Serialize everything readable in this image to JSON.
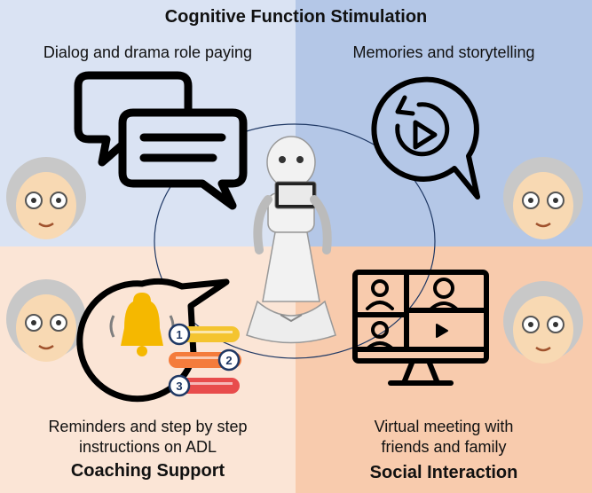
{
  "title": "Cognitive Function Stimulation",
  "quadrants": {
    "top_left": {
      "caption": "Dialog and drama role paying",
      "color": "#dae3f3",
      "icon": "speech-bubbles-icon"
    },
    "top_right": {
      "caption": "Memories and storytelling",
      "color": "#b4c7e7",
      "icon": "replay-bubble-icon"
    },
    "bottom_left": {
      "caption_line1": "Reminders and step by step",
      "caption_line2": "instructions on ADL",
      "heading": "Coaching Support",
      "color": "#fbe5d6",
      "icon": "bell-bubble-icon",
      "steps": [
        "1",
        "2",
        "3"
      ]
    },
    "bottom_right": {
      "caption_line1": "Virtual meeting with",
      "caption_line2": "friends and family",
      "heading": "Social Interaction",
      "color": "#f8cbad",
      "icon": "video-call-monitor-icon"
    }
  },
  "colors": {
    "ellipse": "#1f3864",
    "step1": "#f4c430",
    "step2": "#f47c3c",
    "step3": "#e84c4c",
    "bell": "#f5b800"
  }
}
